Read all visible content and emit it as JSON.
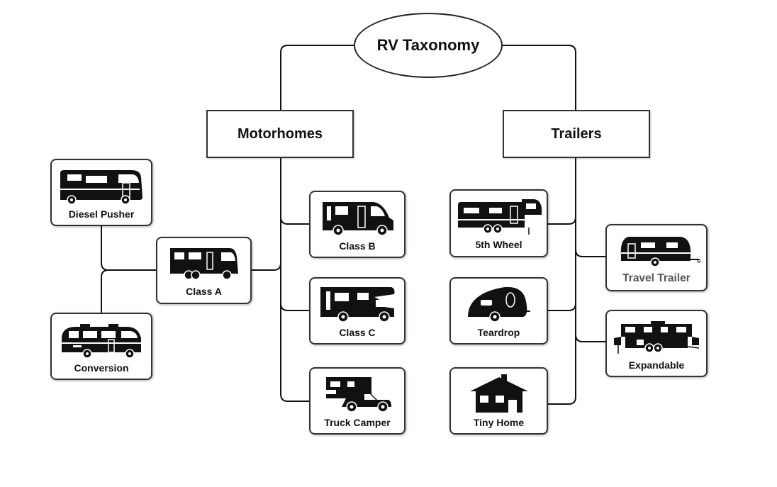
{
  "title": "RV Taxonomy",
  "categories": {
    "motorhomes": "Motorhomes",
    "trailers": "Trailers"
  },
  "types": {
    "diesel_pusher": "Diesel Pusher",
    "class_a": "Class A",
    "conversion": "Conversion",
    "class_b": "Class B",
    "class_c": "Class C",
    "truck_camper": "Truck Camper",
    "fifth_wheel": "5th Wheel",
    "teardrop": "Teardrop",
    "tiny_home": "Tiny Home",
    "travel_trailer": "Travel Trailer",
    "expandable": "Expandable"
  },
  "icons": {
    "diesel_pusher": "bus-rv-icon",
    "class_a": "class-a-rv-icon",
    "conversion": "conversion-van-icon",
    "class_b": "camper-van-icon",
    "class_c": "class-c-rv-icon",
    "truck_camper": "truck-camper-icon",
    "fifth_wheel": "fifth-wheel-trailer-icon",
    "teardrop": "teardrop-trailer-icon",
    "tiny_home": "tiny-house-icon",
    "travel_trailer": "travel-trailer-icon",
    "expandable": "pop-up-trailer-icon"
  }
}
